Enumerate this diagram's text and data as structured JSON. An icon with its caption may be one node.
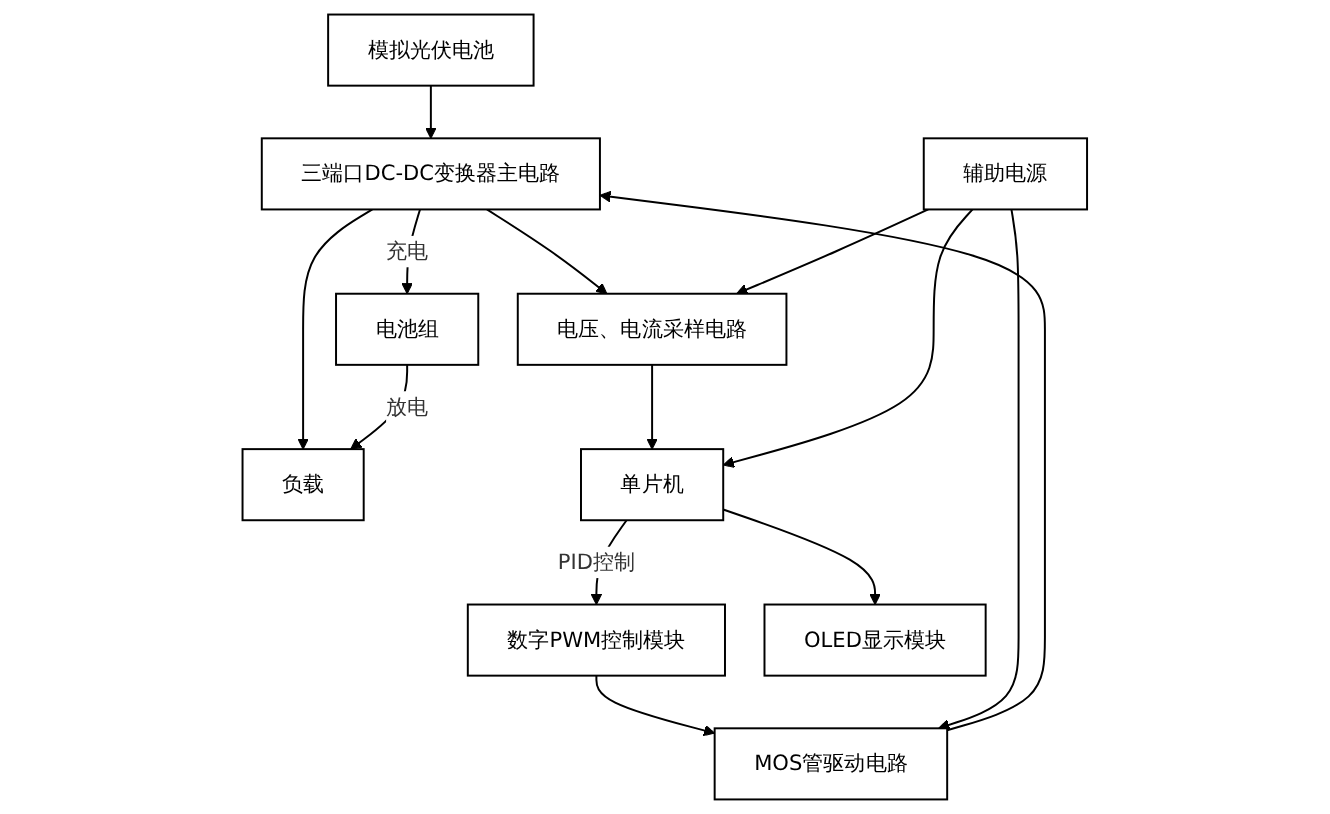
{
  "diagram": {
    "nodes": [
      {
        "text": [
          "模拟光伏电池"
        ]
      },
      {
        "text": [
          "三端口DC-DC变换器主电路"
        ]
      },
      {
        "text": [
          "负载"
        ]
      },
      {
        "text": [
          "MOS管驱动电路"
        ]
      },
      {
        "text": [
          "电压、电流采样电路"
        ]
      },
      {
        "text": [
          "电池组"
        ]
      },
      {
        "text": [
          "数字PWM控制模块"
        ]
      },
      {
        "text": [
          "单片机"
        ]
      },
      {
        "text": [
          "辅助电源"
        ]
      },
      {
        "text": [
          "OLED显示模块"
        ]
      }
    ],
    "edges": [
      {
        "from": 0,
        "to": 1,
        "arrow": "to"
      },
      {
        "from": 1,
        "to": 2,
        "arrow": "to"
      },
      {
        "from": 1,
        "to": 5,
        "arrow": "to",
        "label": "充电"
      },
      {
        "from": 5,
        "to": 2,
        "arrow": "to",
        "label": "放电"
      },
      {
        "from": 3,
        "to": 1,
        "arrow": "to"
      },
      {
        "from": 1,
        "to": 4,
        "arrow": "to"
      },
      {
        "from": 4,
        "to": 7,
        "arrow": "to"
      },
      {
        "from": 6,
        "to": 3,
        "arrow": "to"
      },
      {
        "from": 8,
        "to": 3,
        "arrow": "to"
      },
      {
        "from": 8,
        "to": 4,
        "arrow": "to"
      },
      {
        "from": 7,
        "to": 6,
        "arrow": "to",
        "label": "PID控制"
      },
      {
        "from": 8,
        "to": 7,
        "arrow": "to"
      },
      {
        "from": 7,
        "to": 9,
        "arrow": "to"
      }
    ]
  }
}
